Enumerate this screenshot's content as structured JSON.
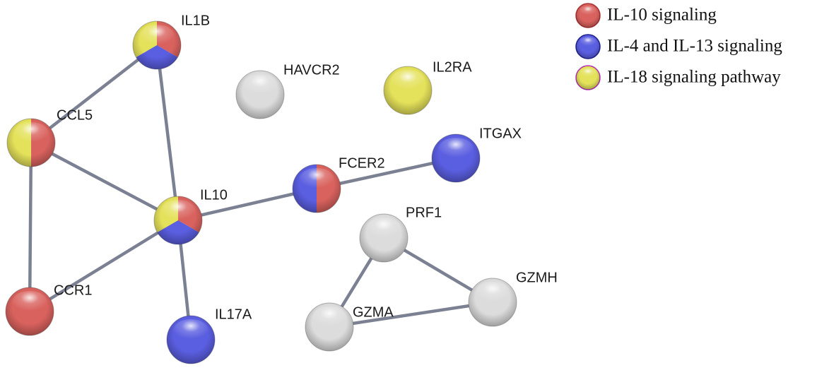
{
  "colors": {
    "IL-10 signaling": "#d9625e",
    "IL-4 and IL-13 signaling": "#5a5ee0",
    "IL-18 signaling pathway": "#e4e15a",
    "none": "#dcdcdc",
    "edge": "#7b8192"
  },
  "legend": [
    {
      "label": "IL-10 signaling",
      "color": "#d9625e",
      "rim": "#a33"
    },
    {
      "label": "IL-4 and IL-13 signaling",
      "color": "#5a5ee0",
      "rim": "#1d228f"
    },
    {
      "label": "IL-18 signaling pathway",
      "color": "#e4e15a",
      "rim": "#b830b8"
    }
  ],
  "nodes": [
    {
      "id": "IL1B",
      "label": "IL1B",
      "pathways": [
        "IL-10 signaling",
        "IL-4 and IL-13 signaling",
        "IL-18 signaling pathway"
      ]
    },
    {
      "id": "CCL5",
      "label": "CCL5",
      "pathways": [
        "IL-10 signaling",
        "IL-18 signaling pathway"
      ]
    },
    {
      "id": "IL10",
      "label": "IL10",
      "pathways": [
        "IL-10 signaling",
        "IL-4 and IL-13 signaling",
        "IL-18 signaling pathway"
      ]
    },
    {
      "id": "CCR1",
      "label": "CCR1",
      "pathways": [
        "IL-10 signaling"
      ]
    },
    {
      "id": "IL17A",
      "label": "IL17A",
      "pathways": [
        "IL-4 and IL-13 signaling"
      ]
    },
    {
      "id": "HAVCR2",
      "label": "HAVCR2",
      "pathways": []
    },
    {
      "id": "IL2RA",
      "label": "IL2RA",
      "pathways": [
        "IL-18 signaling pathway"
      ]
    },
    {
      "id": "FCER2",
      "label": "FCER2",
      "pathways": [
        "IL-10 signaling",
        "IL-4 and IL-13 signaling"
      ]
    },
    {
      "id": "ITGAX",
      "label": "ITGAX",
      "pathways": [
        "IL-4 and IL-13 signaling"
      ]
    },
    {
      "id": "PRF1",
      "label": "PRF1",
      "pathways": []
    },
    {
      "id": "GZMH",
      "label": "GZMH",
      "pathways": []
    },
    {
      "id": "GZMA",
      "label": "GZMA",
      "pathways": []
    }
  ],
  "edges": [
    [
      "IL1B",
      "CCL5"
    ],
    [
      "IL1B",
      "IL10"
    ],
    [
      "CCL5",
      "IL10"
    ],
    [
      "CCL5",
      "CCR1"
    ],
    [
      "CCR1",
      "IL10"
    ],
    [
      "IL10",
      "IL17A"
    ],
    [
      "IL10",
      "FCER2"
    ],
    [
      "FCER2",
      "ITGAX"
    ],
    [
      "PRF1",
      "GZMH"
    ],
    [
      "PRF1",
      "GZMA"
    ],
    [
      "GZMA",
      "GZMH"
    ]
  ]
}
